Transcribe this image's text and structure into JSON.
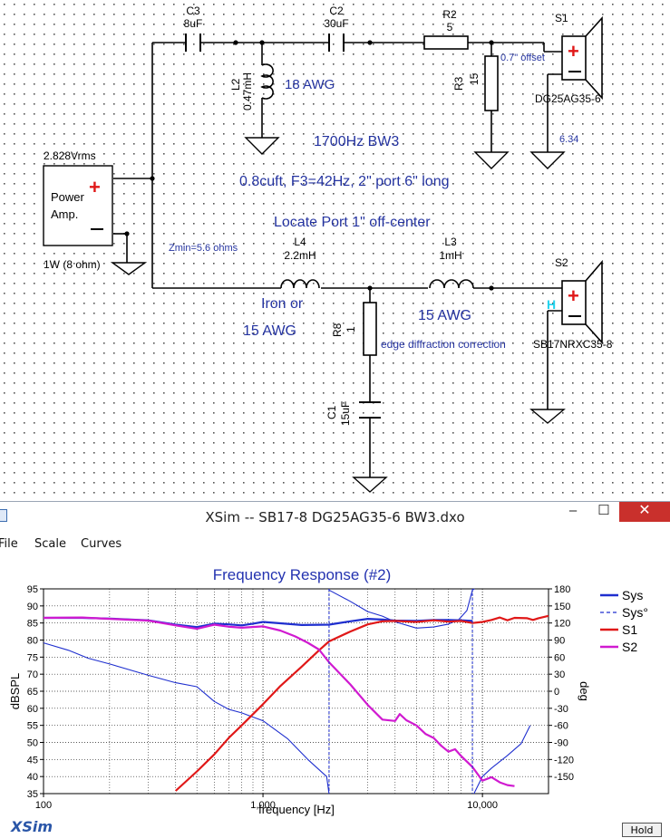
{
  "schematic": {
    "c3": {
      "name": "C3",
      "value": "8uF"
    },
    "c2": {
      "name": "C2",
      "value": "30uF"
    },
    "r2": {
      "name": "R2",
      "value": "5"
    },
    "s1": {
      "name": "S1",
      "model": "DG25AG35-6",
      "offset": "0.7\" offset",
      "value": "6.34"
    },
    "l2": {
      "name": "L2",
      "value": "0.47mH",
      "note": "18 AWG"
    },
    "r3": {
      "name": "R3",
      "value": "15"
    },
    "note_bw3": "1700Hz  BW3",
    "note_box": "0.8cuft, F3=42Hz, 2\" port  6\" long",
    "note_port": "Locate Port 1\" off-center",
    "source": {
      "label": "Power Amp.",
      "label1": "Power",
      "label2": "Amp.",
      "voltage": "2.828Vrms",
      "power": "1W (8 ohm)"
    },
    "zmin": "Zmin=5.6 ohms",
    "l4": {
      "name": "L4",
      "value": "2.2mH",
      "note1": "Iron  or",
      "note2": "15 AWG"
    },
    "l3": {
      "name": "L3",
      "value": "1mH",
      "note": "15 AWG"
    },
    "s2": {
      "name": "S2",
      "model": "SB17NRXC35-8"
    },
    "r8": {
      "name": "R8",
      "value": "1",
      "note": "edge diffraction correction"
    },
    "c1": {
      "name": "C1",
      "value": "15uF"
    }
  },
  "window": {
    "title": "XSim -- SB17-8 DG25AG35-6  BW3.dxo",
    "menu": [
      "File",
      "Scale",
      "Curves"
    ],
    "brand": "XSim",
    "hold_label": "Hold",
    "buttons": {
      "minimize": "–",
      "maximize": "☐",
      "close": "✕"
    }
  },
  "chart_data": {
    "type": "line",
    "title": "Frequency Response (#2)",
    "xlabel": "frequency [Hz]",
    "ylabel": "dBSPL",
    "y2label": "deg",
    "x_scale": "log",
    "xlim": [
      100,
      20000
    ],
    "ylim": [
      35,
      95
    ],
    "y2lim": [
      -180,
      180
    ],
    "x_ticks": [
      100,
      1000,
      10000
    ],
    "x_tick_labels": [
      "100",
      "1,000",
      "10,000"
    ],
    "y_ticks": [
      35,
      40,
      45,
      50,
      55,
      60,
      65,
      70,
      75,
      80,
      85,
      90,
      95
    ],
    "y2_ticks": [
      180,
      150,
      120,
      90,
      60,
      30,
      0,
      -30,
      -60,
      -90,
      -120,
      -150
    ],
    "grid": true,
    "legend_position": "right",
    "series": [
      {
        "name": "Sys",
        "color": "#1f2fcf",
        "axis": "left",
        "points": [
          [
            100,
            86.5
          ],
          [
            150,
            86.5
          ],
          [
            200,
            86.3
          ],
          [
            300,
            85.8
          ],
          [
            400,
            84.5
          ],
          [
            500,
            83.8
          ],
          [
            600,
            84.8
          ],
          [
            700,
            84.6
          ],
          [
            800,
            84.3
          ],
          [
            900,
            84.8
          ],
          [
            1000,
            85.3
          ],
          [
            1200,
            84.9
          ],
          [
            1500,
            84.4
          ],
          [
            2000,
            84.5
          ],
          [
            2500,
            85.5
          ],
          [
            3000,
            86.2
          ],
          [
            3500,
            86.0
          ],
          [
            4000,
            85.7
          ],
          [
            5000,
            85.6
          ],
          [
            6000,
            85.9
          ],
          [
            7000,
            85.9
          ],
          [
            8000,
            85.8
          ],
          [
            9000,
            85.6
          ]
        ]
      },
      {
        "name": "Sys°",
        "color": "#1f2fcf",
        "axis": "right",
        "dash": true,
        "points": [
          [
            100,
            85
          ],
          [
            130,
            72
          ],
          [
            160,
            58
          ],
          [
            200,
            48
          ],
          [
            300,
            28
          ],
          [
            400,
            15
          ],
          [
            500,
            8
          ],
          [
            600,
            -18
          ],
          [
            700,
            -32
          ],
          [
            800,
            -38
          ],
          [
            1000,
            -52
          ],
          [
            1300,
            -84
          ],
          [
            1600,
            -120
          ],
          [
            1950,
            -150
          ],
          [
            2000,
            178
          ],
          [
            2500,
            158
          ],
          [
            3000,
            140
          ],
          [
            3500,
            132
          ],
          [
            4000,
            122
          ],
          [
            5000,
            111
          ],
          [
            6000,
            113
          ],
          [
            7000,
            118
          ],
          [
            7800,
            126
          ],
          [
            8500,
            142
          ],
          [
            9000,
            178
          ],
          [
            9200,
            -178
          ],
          [
            10000,
            -150
          ],
          [
            11000,
            -135
          ],
          [
            13000,
            -113
          ],
          [
            15000,
            -92
          ],
          [
            16500,
            -60
          ]
        ]
      },
      {
        "name": "S1",
        "color": "#e01818",
        "axis": "left",
        "points": [
          [
            400,
            35.8
          ],
          [
            500,
            41.5
          ],
          [
            600,
            46.5
          ],
          [
            700,
            51.4
          ],
          [
            800,
            55.0
          ],
          [
            1000,
            61.2
          ],
          [
            1200,
            66.5
          ],
          [
            1500,
            72.2
          ],
          [
            1800,
            77.0
          ],
          [
            2000,
            79.6
          ],
          [
            2500,
            82.5
          ],
          [
            3000,
            84.6
          ],
          [
            3500,
            85.5
          ],
          [
            4000,
            85.6
          ],
          [
            5000,
            85.3
          ],
          [
            6000,
            85.8
          ],
          [
            7000,
            85.4
          ],
          [
            8000,
            85.6
          ],
          [
            9000,
            85.0
          ],
          [
            10000,
            85.3
          ],
          [
            11000,
            85.9
          ],
          [
            12000,
            86.6
          ],
          [
            13000,
            85.8
          ],
          [
            14000,
            86.5
          ],
          [
            16000,
            86.4
          ],
          [
            17000,
            85.9
          ],
          [
            18000,
            86.4
          ],
          [
            20000,
            87.1
          ]
        ]
      },
      {
        "name": "S2",
        "color": "#d01ad0",
        "axis": "left",
        "points": [
          [
            100,
            86.5
          ],
          [
            150,
            86.6
          ],
          [
            200,
            86.2
          ],
          [
            300,
            85.7
          ],
          [
            400,
            84.3
          ],
          [
            500,
            83.3
          ],
          [
            600,
            84.5
          ],
          [
            700,
            83.9
          ],
          [
            800,
            83.6
          ],
          [
            1000,
            84.0
          ],
          [
            1200,
            82.8
          ],
          [
            1400,
            81.1
          ],
          [
            1600,
            79.2
          ],
          [
            1800,
            77.2
          ],
          [
            2000,
            73.5
          ],
          [
            2500,
            67.0
          ],
          [
            3000,
            61.0
          ],
          [
            3500,
            56.7
          ],
          [
            4000,
            56.3
          ],
          [
            4200,
            58.3
          ],
          [
            4500,
            56.5
          ],
          [
            5000,
            55.0
          ],
          [
            5500,
            52.5
          ],
          [
            6000,
            51.3
          ],
          [
            6500,
            49.0
          ],
          [
            7000,
            47.3
          ],
          [
            7500,
            48.0
          ],
          [
            8000,
            46.0
          ],
          [
            9000,
            42.8
          ],
          [
            10000,
            38.8
          ],
          [
            11000,
            39.8
          ],
          [
            12000,
            38.3
          ],
          [
            13000,
            37.5
          ],
          [
            14000,
            37.2
          ]
        ]
      }
    ]
  }
}
